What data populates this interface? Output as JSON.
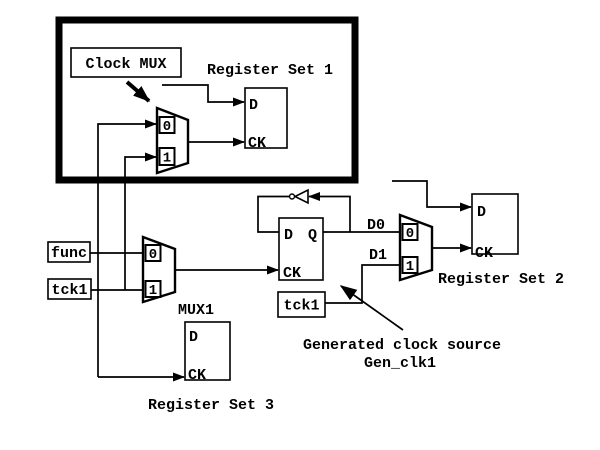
{
  "colors": {
    "ink": "#000000",
    "background": "#ffffff"
  },
  "frame": {
    "caption": "Register Set 1"
  },
  "callout": {
    "label": "Clock MUX"
  },
  "clock_mux": {
    "in0": "0",
    "in1": "1"
  },
  "mux1": {
    "in0": "0",
    "in1": "1",
    "label": "MUX1"
  },
  "mux2": {
    "in0": "0",
    "in1": "1",
    "in0_wire_label": "D0",
    "in1_wire_label": "D1"
  },
  "flipflop": {
    "d": "D",
    "q": "Q",
    "ck": "CK"
  },
  "register1": {
    "d": "D",
    "ck": "CK"
  },
  "register2": {
    "d": "D",
    "ck": "CK",
    "caption": "Register Set 2"
  },
  "register3": {
    "d": "D",
    "ck": "CK",
    "caption": "Register Set 3"
  },
  "sources": {
    "func": "func",
    "tck1": "tck1",
    "tck1_gen": "tck1"
  },
  "annotation": {
    "line1": "Generated clock source",
    "line2": "Gen_clk1"
  }
}
